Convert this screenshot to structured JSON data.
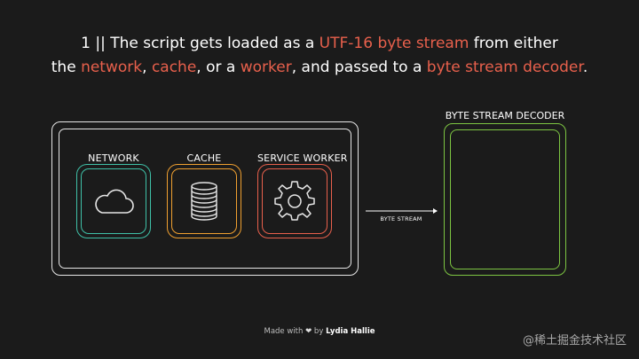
{
  "title": {
    "line1": [
      {
        "text": "1 || The script gets loaded as a ",
        "highlight": false
      },
      {
        "text": "UTF-16 byte stream",
        "highlight": true
      },
      {
        "text": " from either",
        "highlight": false
      }
    ],
    "line2": [
      {
        "text": "the ",
        "highlight": false
      },
      {
        "text": "network",
        "highlight": true
      },
      {
        "text": ", ",
        "highlight": false
      },
      {
        "text": "cache",
        "highlight": true
      },
      {
        "text": ", or a ",
        "highlight": false
      },
      {
        "text": "worker",
        "highlight": true
      },
      {
        "text": ", and passed to a ",
        "highlight": false
      },
      {
        "text": "byte stream decoder",
        "highlight": true
      },
      {
        "text": ".",
        "highlight": false
      }
    ]
  },
  "sources": [
    {
      "label": "NETWORK",
      "icon": "cloud-icon",
      "color": "#3fc1a8"
    },
    {
      "label": "CACHE",
      "icon": "database-icon",
      "color": "#f0a030"
    },
    {
      "label": "SERVICE WORKER",
      "icon": "gear-icon",
      "color": "#e8604c"
    }
  ],
  "arrow": {
    "label": "BYTE STREAM"
  },
  "decoder": {
    "label": "BYTE STREAM DECODER",
    "color": "#7dc542"
  },
  "footer": {
    "prefix": "Made with",
    "heart": "❤",
    "by": "by",
    "author": "Lydia Hallie"
  },
  "watermark": "@稀土掘金技术社区",
  "colors": {
    "highlight": "#e8604c",
    "background": "#1b1b1b",
    "box": "#e6e6e6"
  }
}
